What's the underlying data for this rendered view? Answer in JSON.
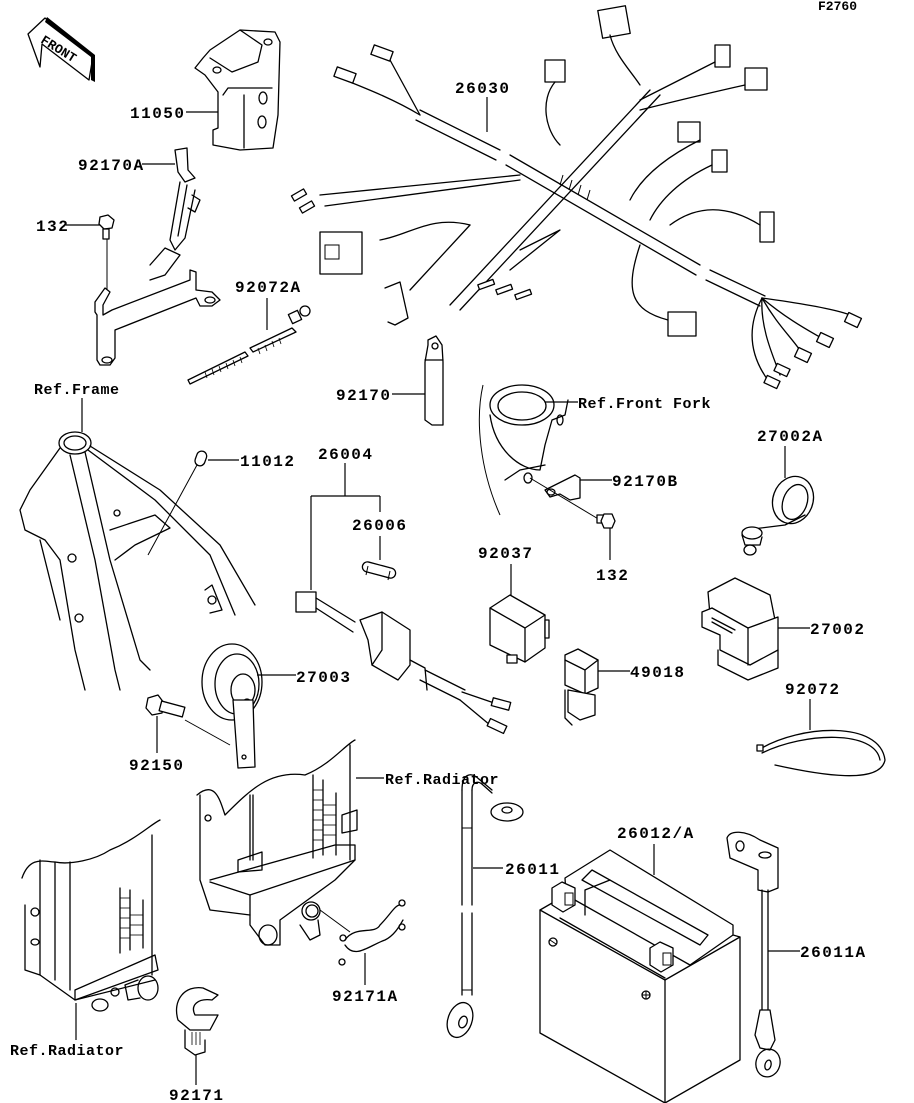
{
  "figure_id": "F2760",
  "front_indicator": "FRONT",
  "parts": [
    {
      "id": "11050",
      "label": "11050"
    },
    {
      "id": "92170A",
      "label": "92170A"
    },
    {
      "id": "132-a",
      "label": "132"
    },
    {
      "id": "92072A",
      "label": "92072A"
    },
    {
      "id": "26030",
      "label": "26030"
    },
    {
      "id": "92170",
      "label": "92170"
    },
    {
      "id": "11012",
      "label": "11012"
    },
    {
      "id": "26004",
      "label": "26004"
    },
    {
      "id": "26006",
      "label": "26006"
    },
    {
      "id": "92170B",
      "label": "92170B"
    },
    {
      "id": "132-b",
      "label": "132"
    },
    {
      "id": "92037",
      "label": "92037"
    },
    {
      "id": "27002A",
      "label": "27002A"
    },
    {
      "id": "27002",
      "label": "27002"
    },
    {
      "id": "49018",
      "label": "49018"
    },
    {
      "id": "27003",
      "label": "27003"
    },
    {
      "id": "92150",
      "label": "92150"
    },
    {
      "id": "92072",
      "label": "92072"
    },
    {
      "id": "26011",
      "label": "26011"
    },
    {
      "id": "26012A",
      "label": "26012/A"
    },
    {
      "id": "26011A",
      "label": "26011A"
    },
    {
      "id": "92171A",
      "label": "92171A"
    },
    {
      "id": "92171",
      "label": "92171"
    }
  ],
  "references": [
    {
      "id": "frame",
      "label": "Ref.Frame"
    },
    {
      "id": "front-fork",
      "label": "Ref.Front Fork"
    },
    {
      "id": "radiator-right",
      "label": "Ref.Radiator"
    },
    {
      "id": "radiator-left",
      "label": "Ref.Radiator"
    }
  ]
}
